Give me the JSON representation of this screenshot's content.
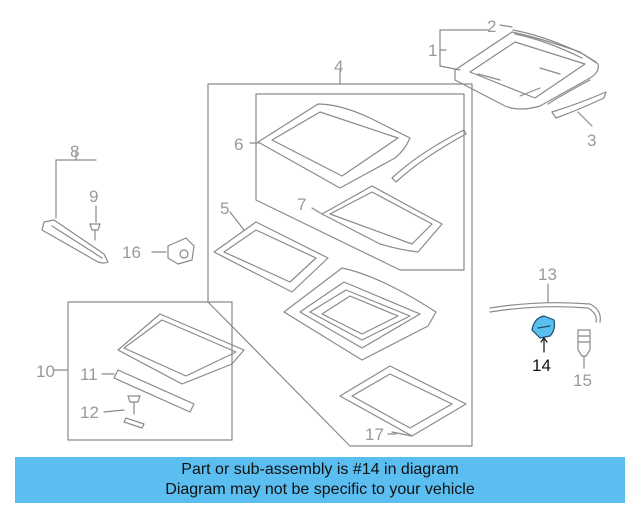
{
  "callouts": {
    "c1": "1",
    "c2": "2",
    "c3": "3",
    "c4": "4",
    "c5": "5",
    "c6": "6",
    "c7": "7",
    "c8": "8",
    "c9": "9",
    "c10": "10",
    "c11": "11",
    "c12": "12",
    "c13": "13",
    "c14": "14",
    "c15": "15",
    "c16": "16",
    "c17": "17"
  },
  "highlight": {
    "part": "14",
    "color": "#5bbef0"
  },
  "banner": {
    "line1": "Part or sub-assembly is #14 in diagram",
    "line2": "Diagram may not be specific to your vehicle",
    "color": "#5bbef0"
  },
  "colors": {
    "line": "#8a8a8a",
    "text": "#9a9a9a",
    "active_text": "#111111"
  }
}
